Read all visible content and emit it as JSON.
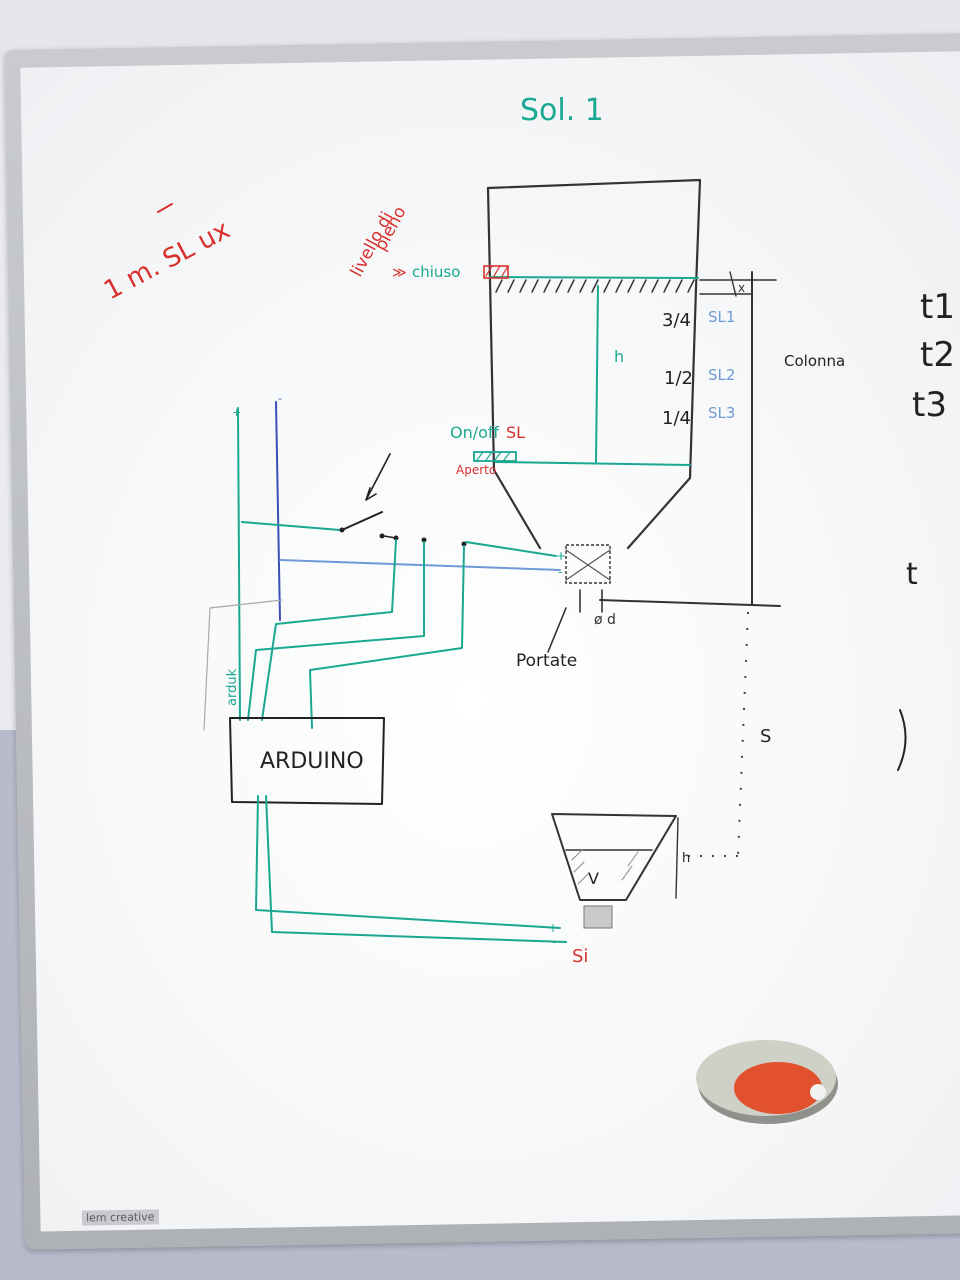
{
  "scene": {
    "description_free": true,
    "board_brand": "lem creative"
  },
  "colors": {
    "teal": "#1aa892",
    "red": "#d8302c",
    "blue": "#3a4fb8",
    "light_blue": "#6f9ad6",
    "black": "#222222",
    "eraser_orange": "#e2512e"
  },
  "labels": {
    "title": "Sol. 1",
    "sensor_left_red": "1 m. SL ux",
    "livello_line1": "livello di",
    "livello_line2": "pieno",
    "chiuso": "chiuso",
    "on_off": "On/off",
    "sl": "SL",
    "aperto": "Aperto",
    "plus_top": "+",
    "minus_top": "-",
    "feed_label": "arduk",
    "arduino": "ARDUINO",
    "portata": "Portate",
    "diameter": "ø d",
    "three_quarter": "3/4",
    "half": "1/2",
    "quarter": "1/4",
    "sl1": "SL1",
    "sl2": "SL2",
    "sl3": "SL3",
    "level_h": "h",
    "colonna": "Colonna",
    "x_mark": "x",
    "t1": "t1",
    "t2": "t2",
    "t3": "t3",
    "t_partial": "t",
    "s_distance": "S",
    "h_lower": "h",
    "v_label": "V",
    "plus_bottom": "+",
    "minus_bottom": "-",
    "si": "Si"
  },
  "eraser": {
    "icon": "whiteboard-eraser-icon"
  }
}
